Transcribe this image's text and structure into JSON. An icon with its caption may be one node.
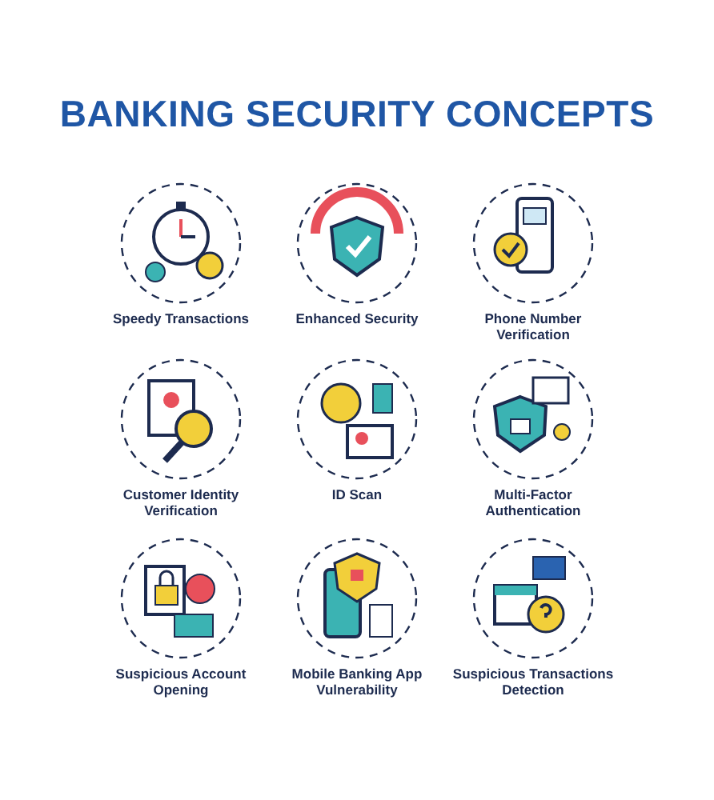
{
  "diagram": {
    "title": "BANKING SECURITY CONCEPTS",
    "labels": [
      "Speedy Transactions",
      "Enhanced Security",
      "Phone Number Verification",
      "Customer Identity Verification",
      "ID Scan",
      "Multi-Factor Authentication",
      "Suspicious Account Opening",
      "Mobile Banking App Vulnerability",
      "Suspicious Transactions Detection"
    ]
  }
}
